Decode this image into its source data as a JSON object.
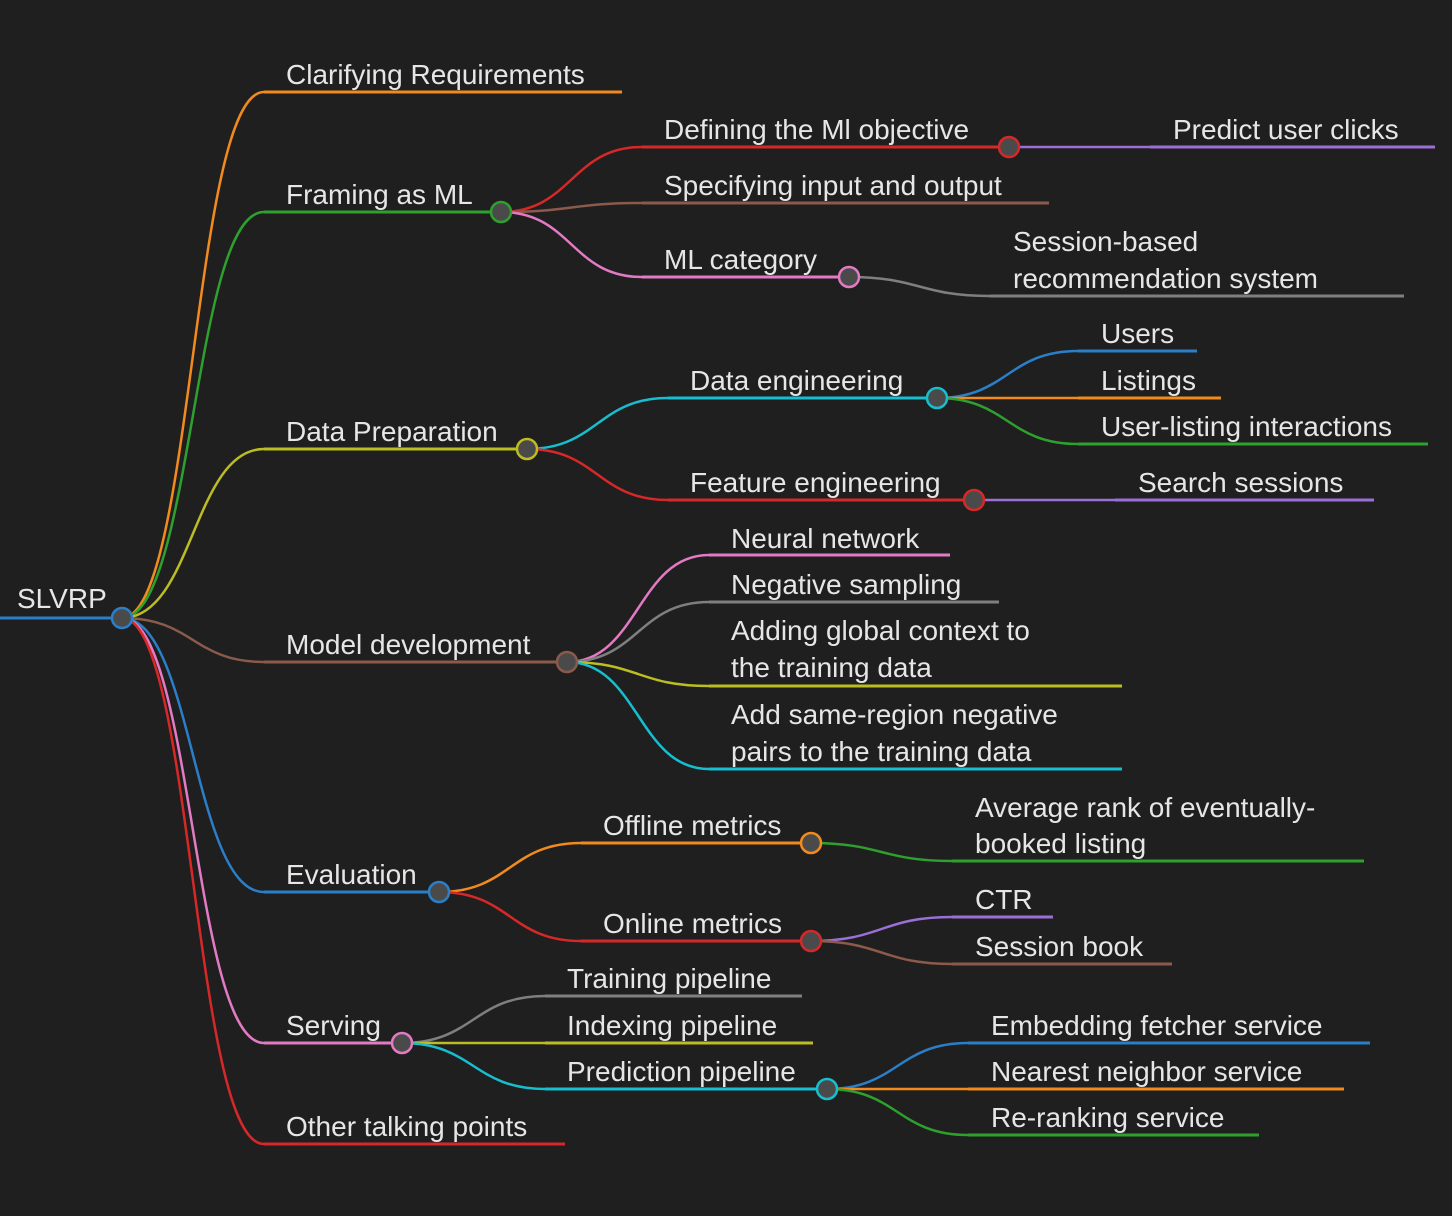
{
  "root": {
    "label": "SLVRP",
    "color": "#2a7fc8"
  },
  "branches": [
    {
      "label": "Clarifying Requirements",
      "color": "#f28a1e",
      "children": []
    },
    {
      "label": "Framing as ML",
      "color": "#2ea02e",
      "children": [
        {
          "label": "Defining the Ml objective",
          "color": "#d62828",
          "children": [
            {
              "label": "Predict user clicks",
              "color": "#9b6fd6"
            }
          ]
        },
        {
          "label": "Specifying input and output",
          "color": "#8b5a4a",
          "children": []
        },
        {
          "label": "ML category",
          "color": "#e37ac4",
          "children": [
            {
              "label": "Session-based recommendation system",
              "lines": [
                "Session-based",
                "recommendation system"
              ],
              "color": "#7f7f7f"
            }
          ]
        }
      ]
    },
    {
      "label": "Data Preparation",
      "color": "#bcbd22",
      "children": [
        {
          "label": "Data engineering",
          "color": "#17becf",
          "children": [
            {
              "label": "Users",
              "color": "#2a7fc8"
            },
            {
              "label": "Listings",
              "color": "#f28a1e"
            },
            {
              "label": "User-listing interactions",
              "color": "#2ea02e"
            }
          ]
        },
        {
          "label": "Feature engineering",
          "color": "#d62828",
          "children": [
            {
              "label": "Search sessions",
              "color": "#9b6fd6"
            }
          ]
        }
      ]
    },
    {
      "label": "Model development",
      "color": "#8b5a4a",
      "children": [
        {
          "label": "Neural network",
          "color": "#e37ac4",
          "children": []
        },
        {
          "label": "Negative sampling",
          "color": "#7f7f7f",
          "children": []
        },
        {
          "label": "Adding global context to the training data",
          "lines": [
            "Adding global context to",
            "the training data"
          ],
          "color": "#bcbd22",
          "children": []
        },
        {
          "label": "Add same-region negative pairs to the training data",
          "lines": [
            "Add same-region negative",
            "pairs to the training data"
          ],
          "color": "#17becf",
          "children": []
        }
      ]
    },
    {
      "label": "Evaluation",
      "color": "#2a7fc8",
      "children": [
        {
          "label": "Offline metrics",
          "color": "#f28a1e",
          "children": [
            {
              "label": "Average rank of eventually-booked listing",
              "lines": [
                "Average rank of eventually-",
                "booked listing"
              ],
              "color": "#2ea02e"
            }
          ]
        },
        {
          "label": "Online metrics",
          "color": "#d62828",
          "children": [
            {
              "label": "CTR",
              "color": "#9b6fd6"
            },
            {
              "label": "Session book",
              "color": "#8b5a4a"
            }
          ]
        }
      ]
    },
    {
      "label": "Serving",
      "color": "#e37ac4",
      "children": [
        {
          "label": "Training pipeline",
          "color": "#7f7f7f",
          "children": []
        },
        {
          "label": "Indexing pipeline",
          "color": "#bcbd22",
          "children": []
        },
        {
          "label": "Prediction pipeline",
          "color": "#17becf",
          "children": [
            {
              "label": "Embedding fetcher service",
              "color": "#2a7fc8"
            },
            {
              "label": "Nearest neighbor service",
              "color": "#f28a1e"
            },
            {
              "label": "Re-ranking service",
              "color": "#2ea02e"
            }
          ]
        }
      ]
    },
    {
      "label": "Other talking points",
      "color": "#d62828",
      "children": []
    }
  ]
}
